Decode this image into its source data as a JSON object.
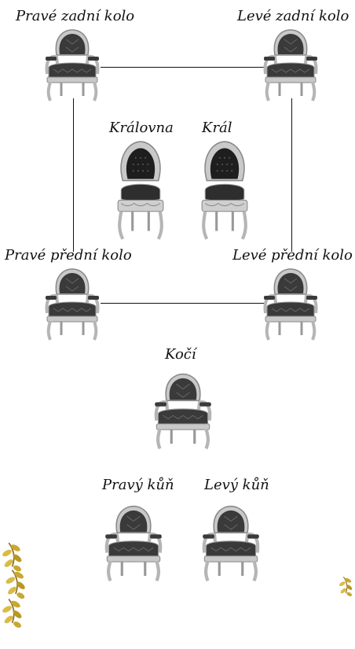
{
  "labels": {
    "rear_right": "Pravé zadní kolo",
    "rear_left": "Levé zadní kolo",
    "queen": "Královna",
    "king": "Král",
    "front_right": "Pravé přední kolo",
    "front_left": "Levé přední kolo",
    "coachman": "Kočí",
    "right_horse": "Pravý kůň",
    "left_horse": "Levý kůň"
  },
  "icons": {
    "armchair": "armchair-icon",
    "throne": "throne-chair-icon",
    "decoration": "leaf-ornament-icon"
  },
  "colors": {
    "upholstery": "#3a3a3a",
    "frame": "#bdbdbd",
    "throne_back": "#1e1e1e",
    "leaf": "#c8a830"
  }
}
